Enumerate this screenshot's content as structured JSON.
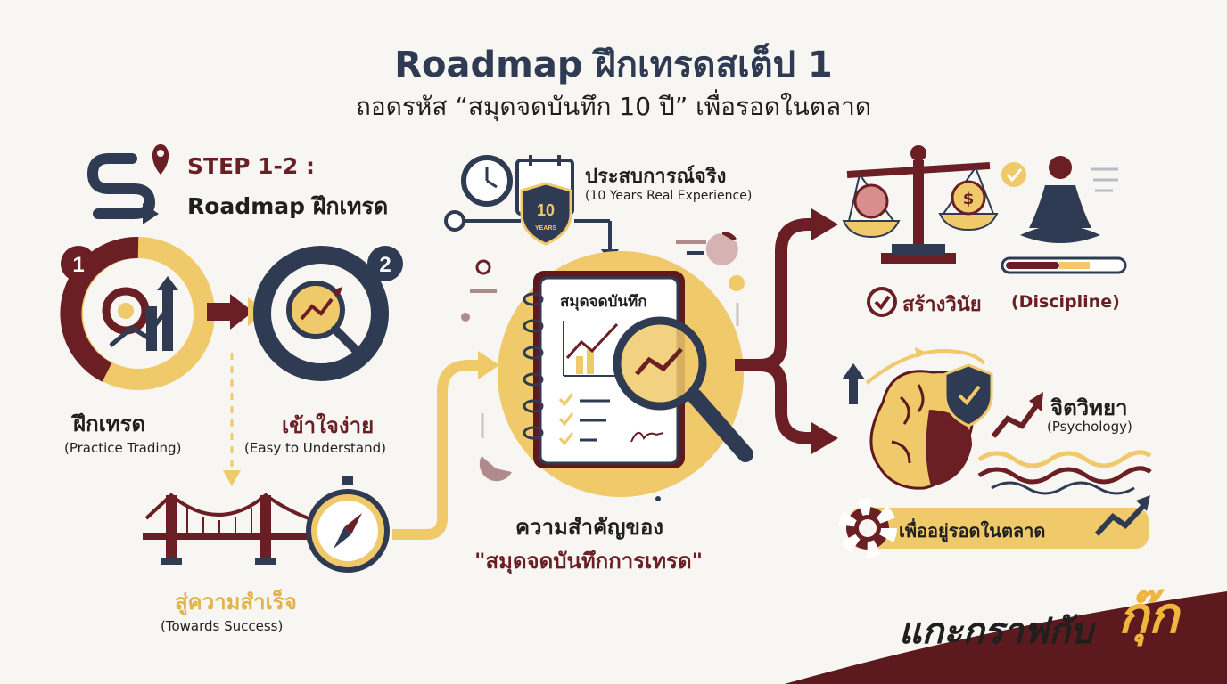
{
  "title": "Roadmap ฝึกเทรดสเต็ป 1",
  "subtitle": "ถอดรหัส “สมุดจดบันทึก 10 ปี” เพื่อรอดในตลาด",
  "step": {
    "label": "STEP 1-2 :",
    "sub": "Roadmap ฝึกเทรด"
  },
  "nodes": {
    "practice": {
      "num": "1",
      "th": "ฝึกเทรด",
      "en": "(Practice Trading)"
    },
    "easy": {
      "num": "2",
      "th": "เข้าใจง่าย",
      "en": "(Easy to Understand)"
    },
    "success": {
      "th": "สู่ความสำเร็จ",
      "en": "(Towards Success)"
    },
    "experience": {
      "th": "ประสบการณ์จริง",
      "en": "(10 Years Real Experience)",
      "badge_top": "10",
      "badge_bottom": "YEARS"
    },
    "notebook": {
      "cover": "สมุดจดบันทึก",
      "caption1": "ความสำคัญของ",
      "caption2": "\"สมุดจดบันทึกการเทรด\""
    },
    "discipline": {
      "th": "สร้างวินัย",
      "en": "(Discipline)"
    },
    "psychology": {
      "th": "จิตวิทยา",
      "en": "(Psychology)"
    },
    "survive": {
      "th": "เพื่ออยู่รอดในตลาด"
    }
  },
  "brand": {
    "main": "แกะกราฟกับ",
    "highlight": "กุ๊ก"
  },
  "colors": {
    "maroon": "#6b1f24",
    "gold": "#f0c96b",
    "navy": "#2e3b52",
    "background": "#f8f6f3"
  }
}
